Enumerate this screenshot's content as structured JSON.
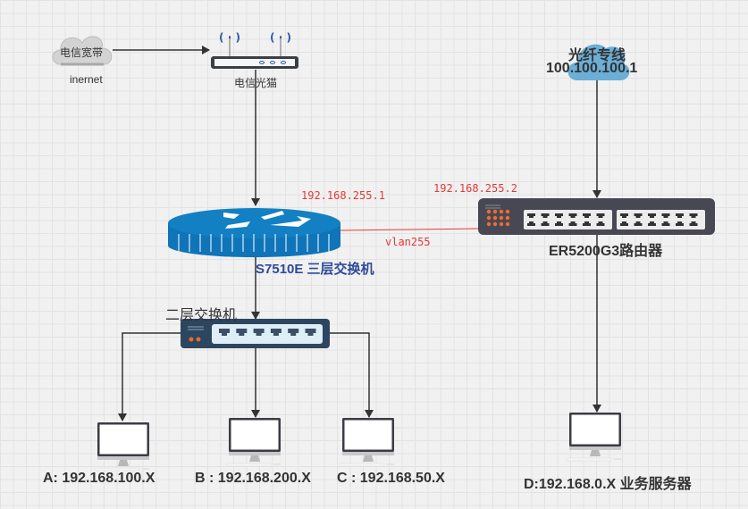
{
  "diagram": {
    "title": "Network topology",
    "nodes": {
      "isp_cloud": {
        "label": "电信宽带",
        "sublabel": "inernet",
        "color": "#d3d3d3"
      },
      "modem": {
        "label": "电信光猫"
      },
      "fiber_cloud": {
        "label": "光纤专线",
        "ip": "100.100.100.1",
        "color": "#6baed6"
      },
      "core_switch": {
        "label": "S7510E 三层交换机",
        "ip": "192.168.255.1",
        "color": "#0f74b8"
      },
      "router": {
        "label": "ER5200G3路由器",
        "ip": "192.168.255.2",
        "color": "#484854"
      },
      "access_switch": {
        "label": "二层交换机",
        "color": "#2d4660"
      },
      "pc_a": {
        "label": "A:  192.168.100.X"
      },
      "pc_b": {
        "label": "B : 192.168.200.X"
      },
      "pc_c": {
        "label": "C : 192.168.50.X"
      },
      "server_d": {
        "label": "D:192.168.0.X  业务服务器"
      }
    },
    "links": [
      {
        "from": "isp_cloud",
        "to": "modem"
      },
      {
        "from": "modem",
        "to": "core_switch"
      },
      {
        "from": "fiber_cloud",
        "to": "router"
      },
      {
        "from": "core_switch",
        "to": "router",
        "label": "vlan255",
        "color": "#e53935"
      },
      {
        "from": "core_switch",
        "to": "access_switch"
      },
      {
        "from": "access_switch",
        "to": "pc_a"
      },
      {
        "from": "access_switch",
        "to": "pc_b"
      },
      {
        "from": "access_switch",
        "to": "pc_c"
      },
      {
        "from": "router",
        "to": "server_d"
      }
    ]
  }
}
